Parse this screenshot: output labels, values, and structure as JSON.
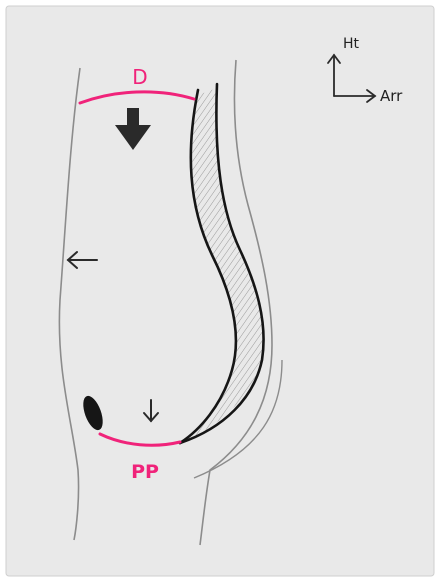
{
  "labels": {
    "top_curve": "D",
    "bottom_curve": "PP",
    "axis_up": "Ht",
    "axis_right": "Arr"
  },
  "colors": {
    "paper": "#e9e9e9",
    "ink": "#161616",
    "pencil": "#8c8c8c",
    "accent": "#f0237a"
  },
  "icons": {
    "push_arrow": "arrow-down-filled",
    "left_arrow": "arrow-left",
    "small_arrow": "arrow-down",
    "axis_arrows": "arrow-up-right"
  }
}
